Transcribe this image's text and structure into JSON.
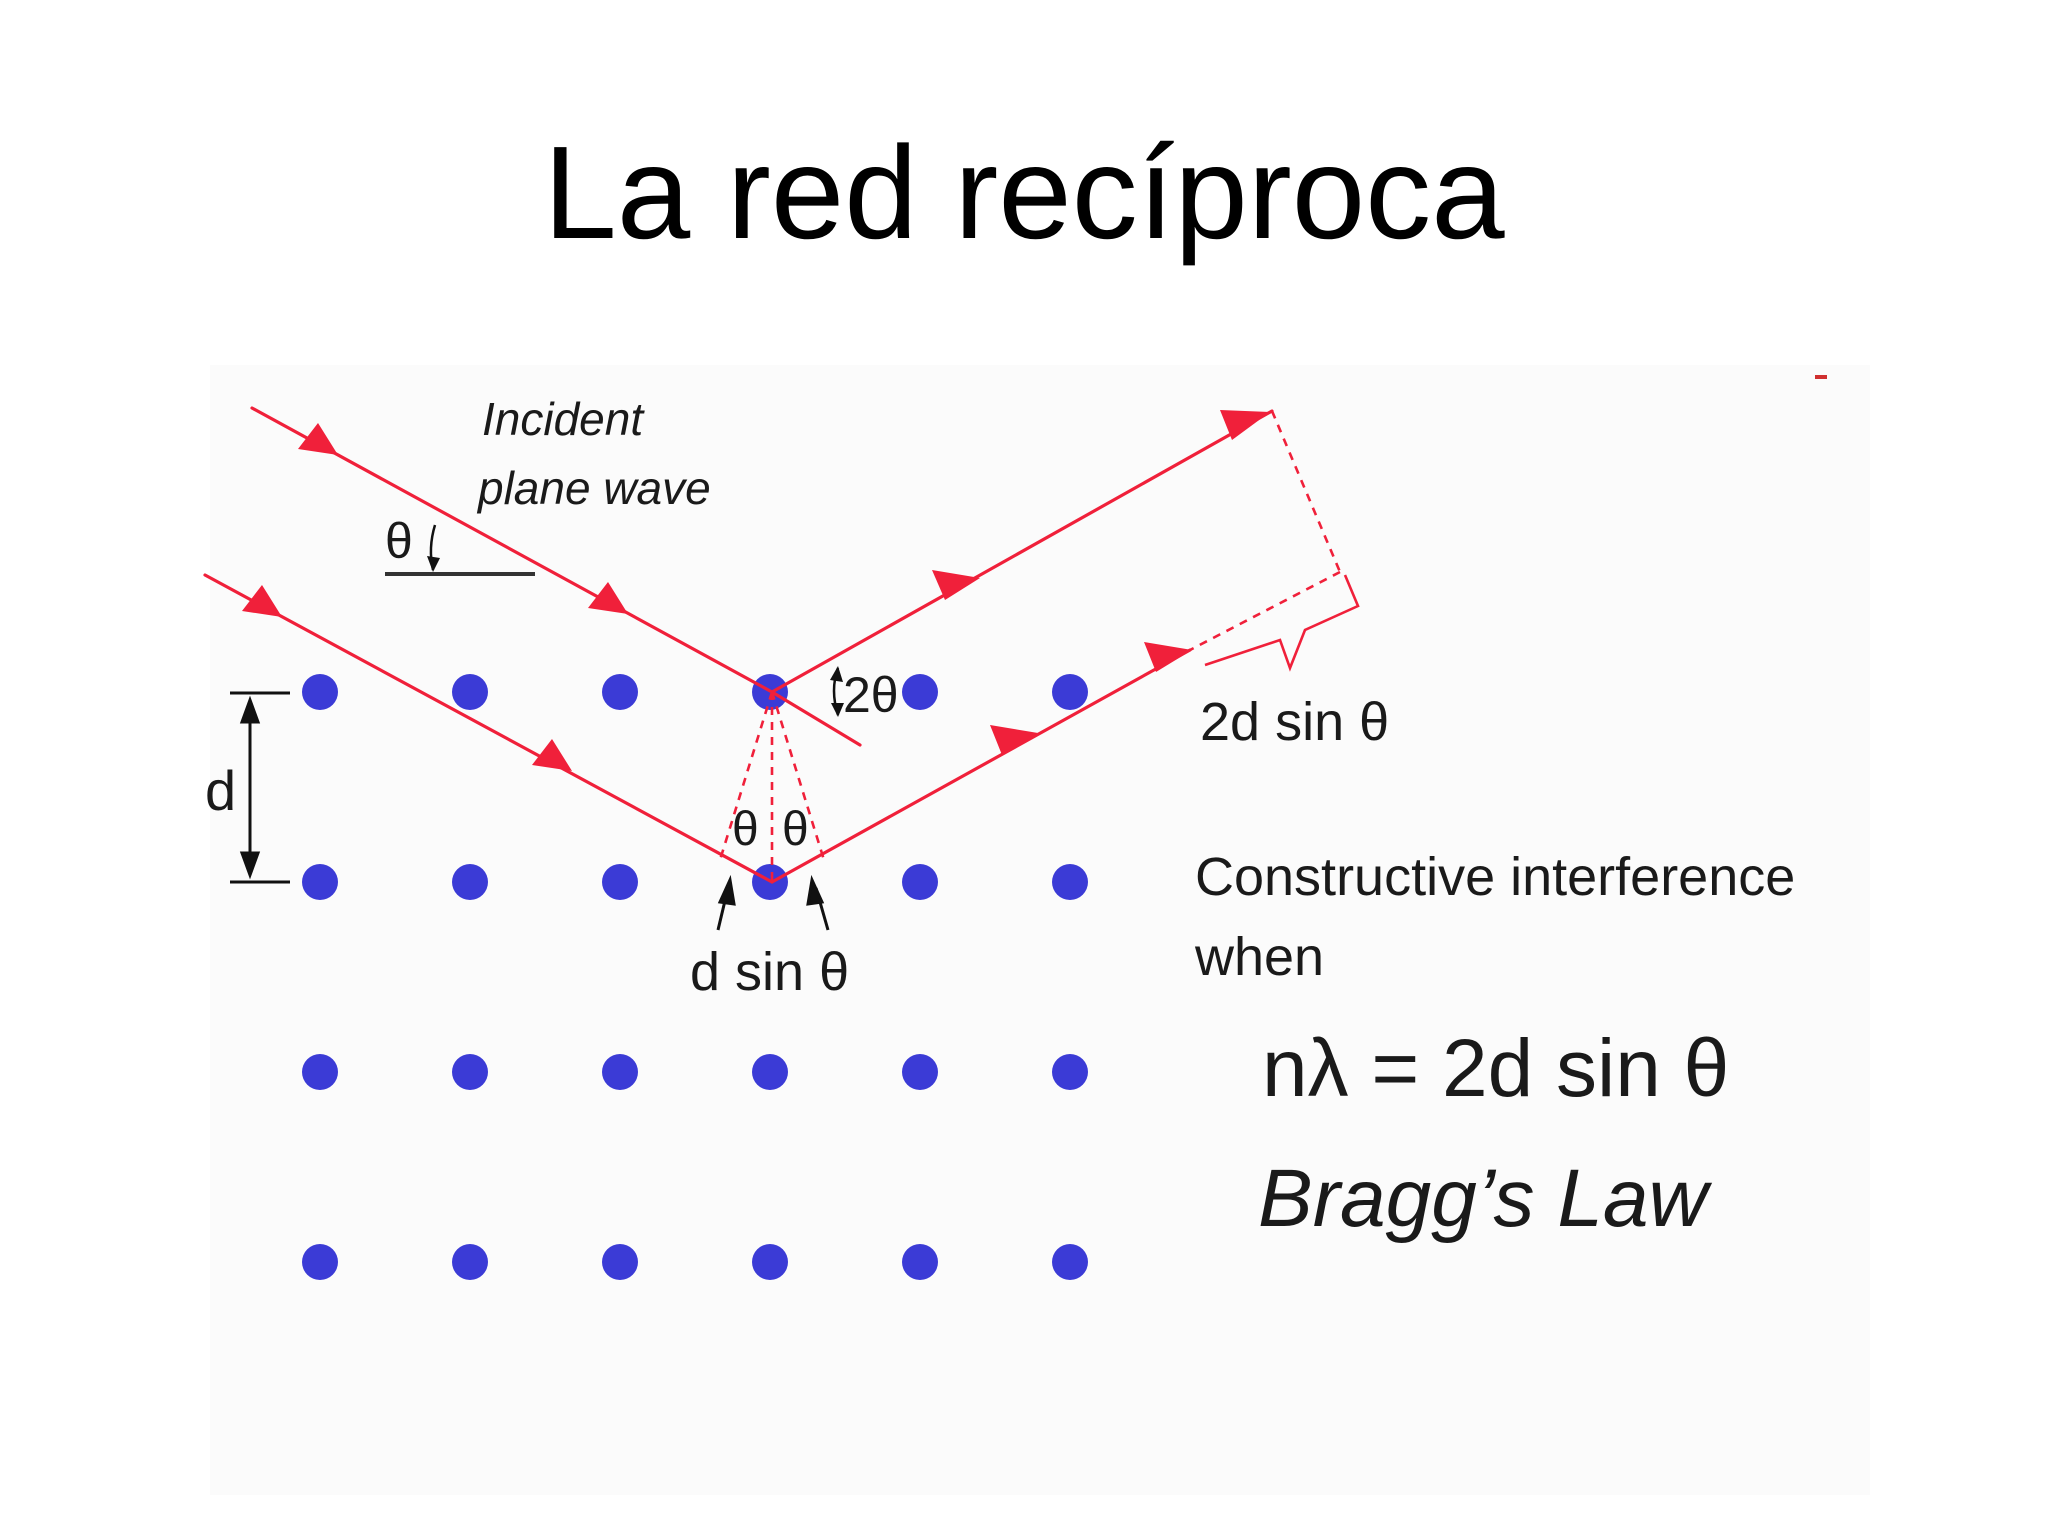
{
  "slide": {
    "title": "La red recíproca"
  },
  "diagram": {
    "labels": {
      "incident_line1": "Incident",
      "incident_line2": "plane wave",
      "theta_incident": "θ",
      "two_theta": "2θ",
      "path_diff": "2d sin θ",
      "spacing": "d",
      "theta_left": "θ",
      "theta_right": "θ",
      "d_sin_theta": "d sin θ",
      "constructive_line1": "Constructive interference",
      "constructive_line2": "when",
      "equation": "nλ = 2d sin θ",
      "law_name": "Bragg’s Law"
    },
    "colors": {
      "ray": "#f0203a",
      "atom": "#3b3bd6",
      "panel": "#fbfbfb",
      "text": "#1a1a1a"
    }
  }
}
